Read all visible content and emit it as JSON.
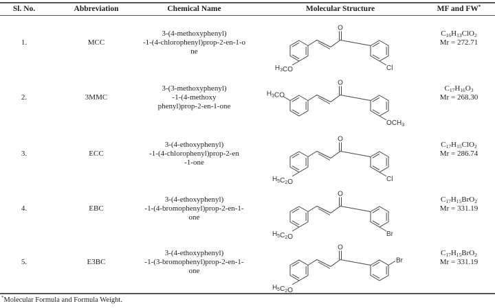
{
  "table": {
    "headers": {
      "sl_no": "Sl. No.",
      "abbreviation": "Abbreviation",
      "chemical_name": "Chemical Name",
      "molecular_structure": "Molecular Structure",
      "mf_fw": "MF and FW",
      "mf_fw_marker": "*"
    },
    "rows": [
      {
        "sl_no": "1.",
        "abbreviation": "MCC",
        "name_lines": [
          "3-(4-methoxyphenyl)",
          "-1-(4-chlorophenyl)prop-2-en-1-o",
          "ne"
        ],
        "structure": {
          "left_sub": "H3CO",
          "left_pos": "para",
          "right_sub": "Cl",
          "right_pos": "para",
          "carbonyl": "O"
        },
        "formula": {
          "parts": [
            [
              "C",
              ""
            ],
            [
              "16",
              "sub"
            ],
            [
              "H",
              ""
            ],
            [
              "13",
              "sub"
            ],
            [
              "ClO",
              ""
            ],
            [
              "2",
              "sub"
            ]
          ]
        },
        "weight_label": "Mr",
        "weight": "272.71"
      },
      {
        "sl_no": "2.",
        "abbreviation": "3MMC",
        "name_lines": [
          "3-(3-methoxyphenyl)",
          "-1-(4-methoxy",
          "phenyl)prop-2-en-1-one"
        ],
        "structure": {
          "left_sub": "H3CO",
          "left_pos": "meta",
          "right_sub": "OCH3",
          "right_pos": "para",
          "carbonyl": "O"
        },
        "formula": {
          "parts": [
            [
              "C",
              ""
            ],
            [
              "17",
              "sub"
            ],
            [
              "H",
              ""
            ],
            [
              "16",
              "sub"
            ],
            [
              "O",
              ""
            ],
            [
              "3",
              "sub"
            ]
          ]
        },
        "weight_label": "Mr",
        "weight": "268.30"
      },
      {
        "sl_no": "3.",
        "abbreviation": "ECC",
        "name_lines": [
          "3-(4-ethoxyphenyl)",
          "-1-(4-chlorophenyl)prop-2-en",
          "-1-one"
        ],
        "structure": {
          "left_sub": "H5C2O",
          "left_pos": "para",
          "right_sub": "Cl",
          "right_pos": "para",
          "carbonyl": "O"
        },
        "formula": {
          "parts": [
            [
              "C",
              ""
            ],
            [
              "17",
              "sub"
            ],
            [
              "H",
              ""
            ],
            [
              "15",
              "sub"
            ],
            [
              "ClO",
              ""
            ],
            [
              "2",
              "sub"
            ]
          ]
        },
        "weight_label": "Mr",
        "weight": "286.74"
      },
      {
        "sl_no": "4.",
        "abbreviation": "EBC",
        "name_lines": [
          "3-(4-ethoxyphenyl)",
          "-1-(4-bromophenyl)prop-2-en-1-",
          "one"
        ],
        "structure": {
          "left_sub": "H5C2O",
          "left_pos": "para",
          "right_sub": "Br",
          "right_pos": "para",
          "carbonyl": "O"
        },
        "formula": {
          "parts": [
            [
              "C",
              ""
            ],
            [
              "17",
              "sub"
            ],
            [
              "H",
              ""
            ],
            [
              "15",
              "sub"
            ],
            [
              "BrO",
              ""
            ],
            [
              "2",
              "sub"
            ]
          ]
        },
        "weight_label": "Mr",
        "weight": "331.19"
      },
      {
        "sl_no": "5.",
        "abbreviation": "E3BC",
        "name_lines": [
          "3-(4-ethoxyphenyl)",
          "-1-(3-bromophenyl)prop-2-en-1-",
          "one"
        ],
        "structure": {
          "left_sub": "H5C2O",
          "left_pos": "para",
          "right_sub": "Br",
          "right_pos": "meta",
          "carbonyl": "O"
        },
        "formula": {
          "parts": [
            [
              "C",
              ""
            ],
            [
              "17",
              "sub"
            ],
            [
              "H",
              ""
            ],
            [
              "15",
              "sub"
            ],
            [
              "BrO",
              ""
            ],
            [
              "2",
              "sub"
            ]
          ]
        },
        "weight_label": "Mr",
        "weight": "331.19"
      }
    ]
  },
  "footnote": {
    "marker": "*",
    "text": "Molecular Formula and Formula Weight."
  }
}
